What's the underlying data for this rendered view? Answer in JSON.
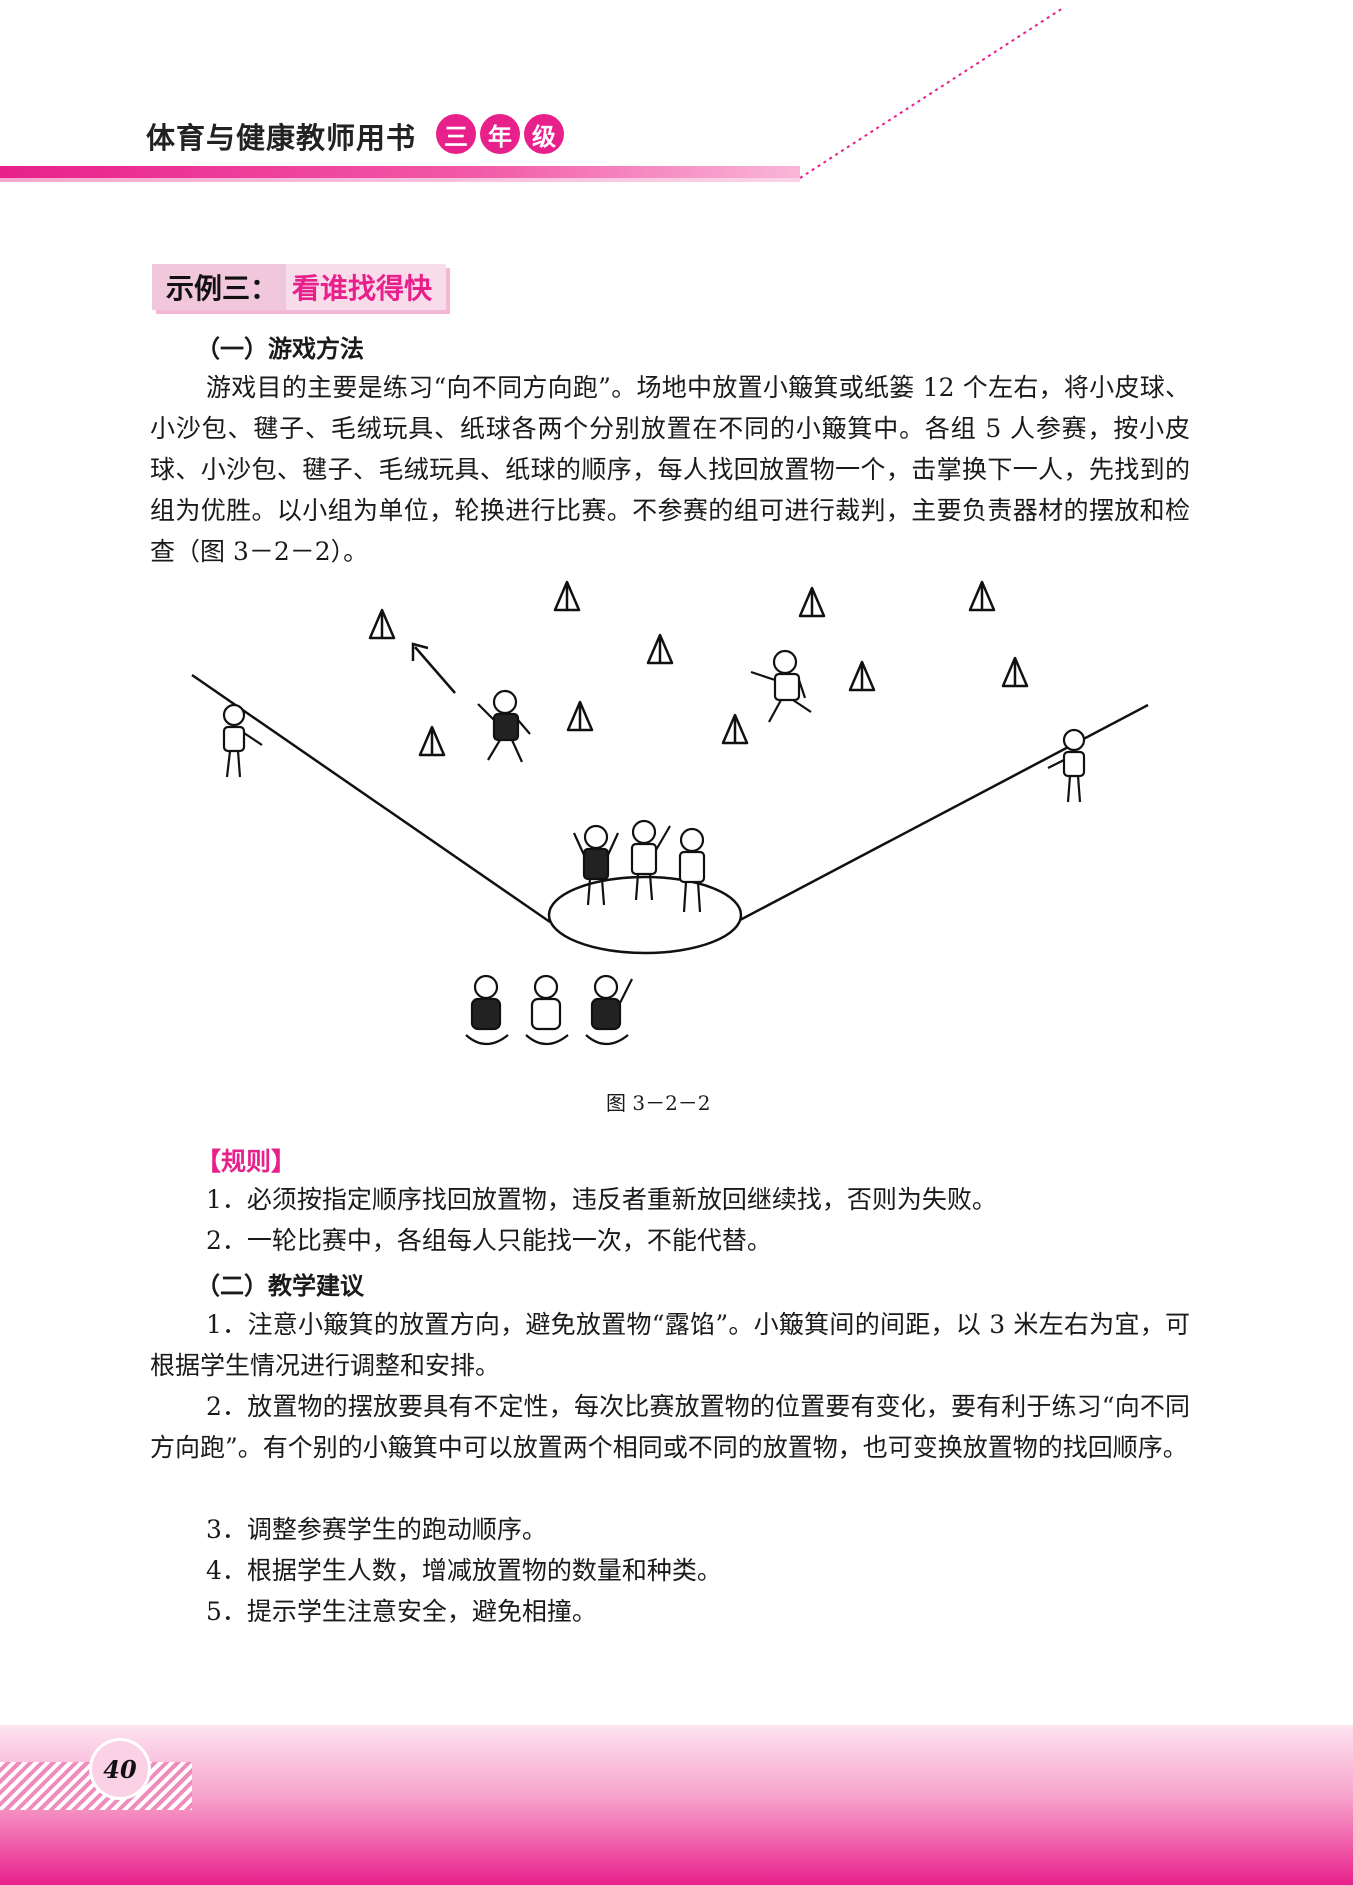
{
  "header": {
    "book_title": "体育与健康教师用书",
    "grade_chars": [
      "三",
      "年",
      "级"
    ]
  },
  "section": {
    "label": "示例三：",
    "name": "看谁找得快"
  },
  "part1": {
    "heading": "（一）游戏方法",
    "paragraph": "游戏目的主要是练习“向不同方向跑”。场地中放置小簸箕或纸篓 12 个左右，将小皮球、小沙包、毽子、毛绒玩具、纸球各两个分别放置在不同的小簸箕中。各组 5 人参赛，按小皮球、小沙包、毽子、毛绒玩具、纸球的顺序，每人找回放置物一个，击掌换下一人，先找到的组为优胜。以小组为单位，轮换进行比赛。不参赛的组可进行裁判，主要负责器材的摆放和检查（图 3－2－2）。"
  },
  "figure": {
    "caption": "图 3－2－2"
  },
  "rules": {
    "heading": "【规则】",
    "items": [
      "1．必须按指定顺序找回放置物，违反者重新放回继续找，否则为失败。",
      "2．一轮比赛中，各组每人只能找一次，不能代替。"
    ]
  },
  "part2": {
    "heading": "（二）教学建议",
    "items": [
      "1．注意小簸箕的放置方向，避免放置物“露馅”。小簸箕间的间距，以 3 米左右为宜，可根据学生情况进行调整和安排。",
      "2．放置物的摆放要具有不定性，每次比赛放置物的位置要有变化，要有利于练习“向不同方向跑”。有个别的小簸箕中可以放置两个相同或不同的放置物，也可变换放置物的找回顺序。",
      "3．调整参赛学生的跑动顺序。",
      "4．根据学生人数，增减放置物的数量和种类。",
      "5．提示学生注意安全，避免相撞。"
    ]
  },
  "footer": {
    "page_number": "40"
  },
  "colors": {
    "accent": "#e8208b",
    "accent_light": "#f9dcea"
  }
}
